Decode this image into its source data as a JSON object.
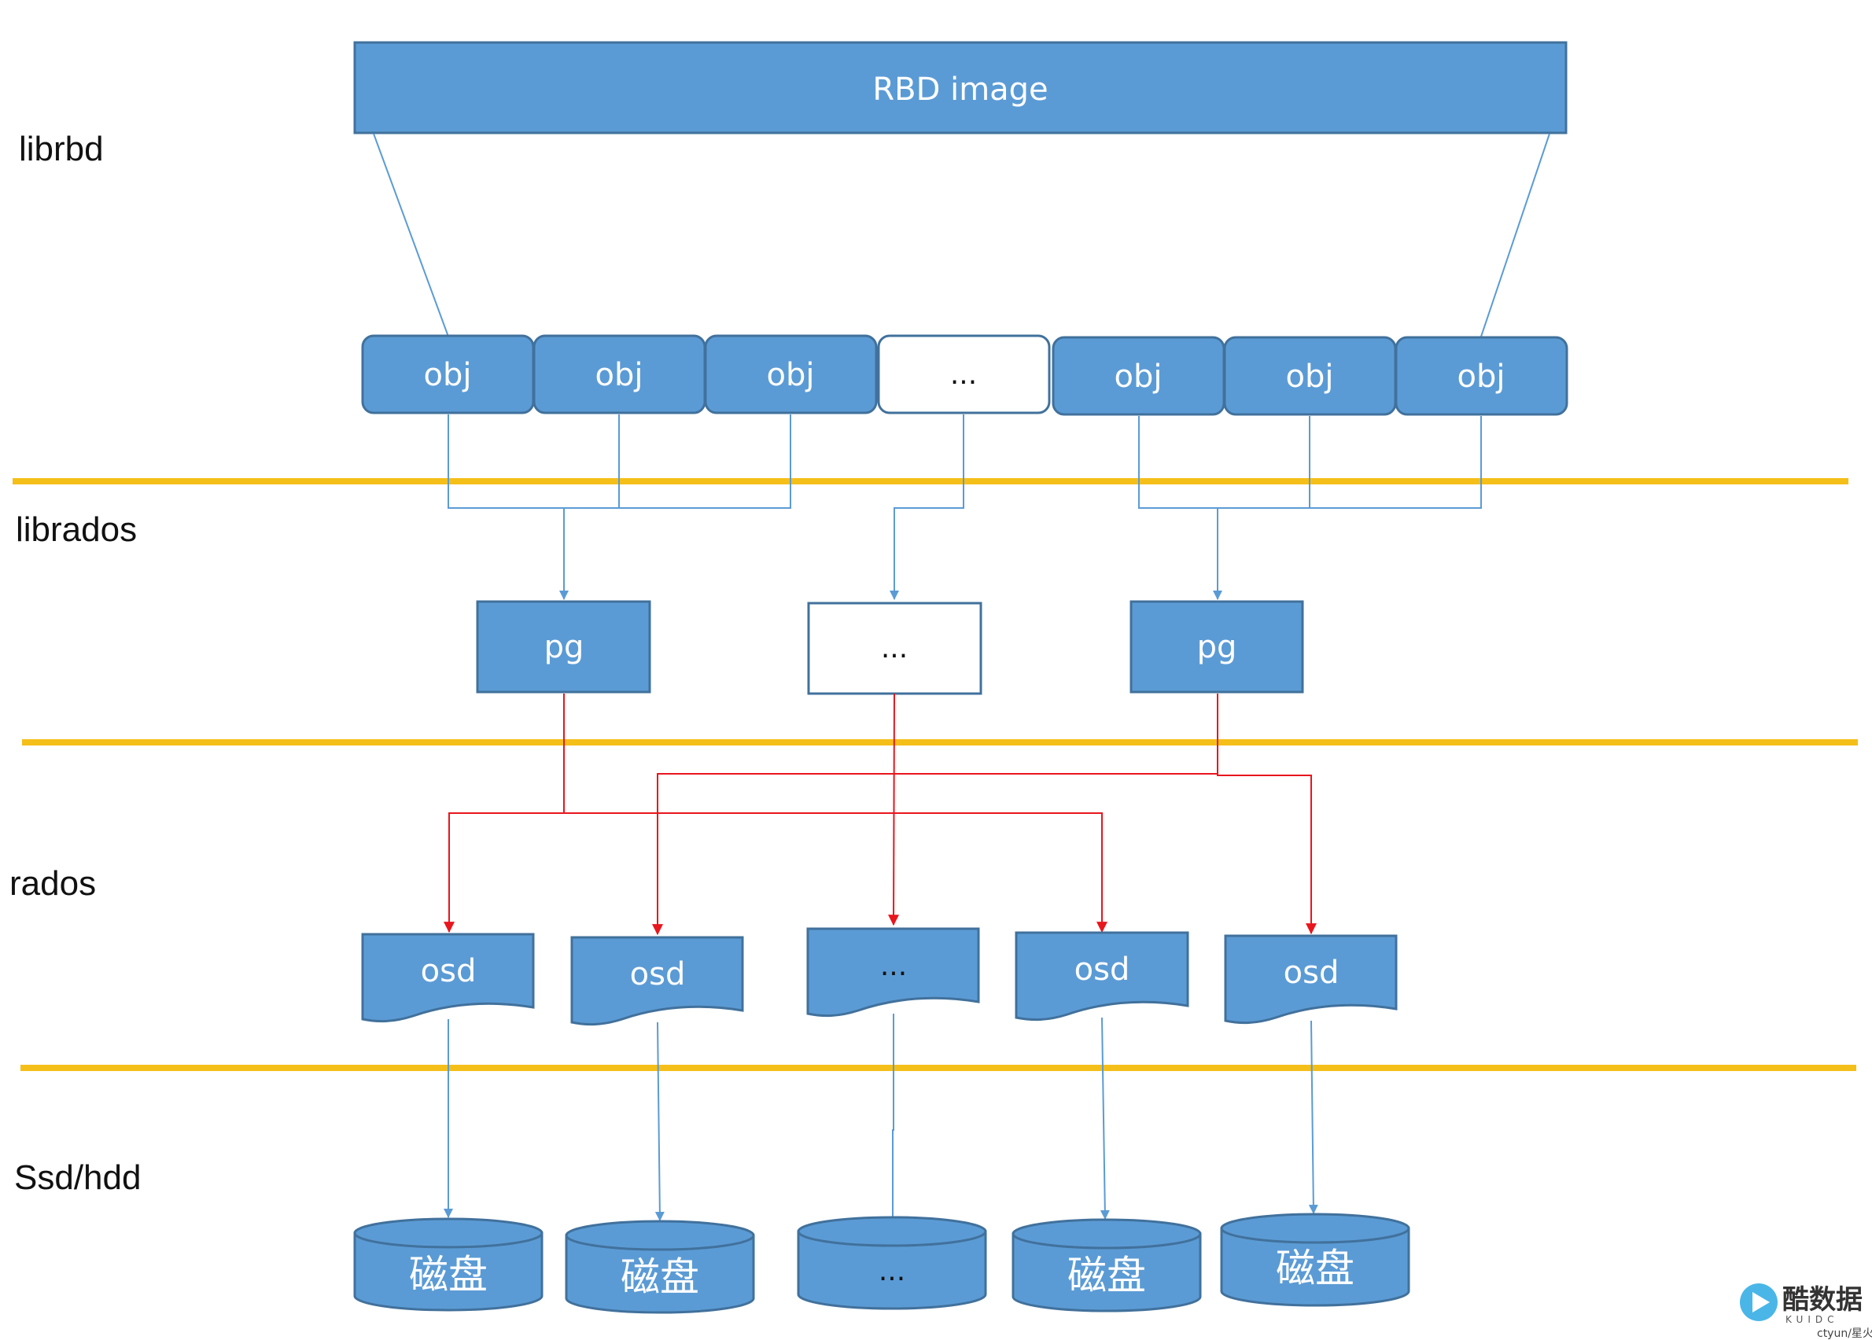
{
  "colors": {
    "box_fill": "#5b9bd5",
    "box_stroke": "#41719c",
    "divider": "#f5bf1a",
    "blue_arrow": "#5b9bd5",
    "red_arrow": "#e8161d",
    "label_text": "#111111"
  },
  "layers": {
    "librbd": "librbd",
    "librados": "librados",
    "rados": "rados",
    "storage": "Ssd/hdd"
  },
  "rbd_image": {
    "label": "RBD image"
  },
  "objects": [
    "obj",
    "obj",
    "obj",
    "...",
    "obj",
    "obj",
    "obj"
  ],
  "pgs": [
    "pg",
    "...",
    "pg"
  ],
  "osds": [
    "osd",
    "osd",
    "...",
    "osd",
    "osd"
  ],
  "disks": [
    "磁盘",
    "磁盘",
    "...",
    "磁盘",
    "磁盘"
  ],
  "watermark": {
    "logo_icon": "play-arrow-icon",
    "brand": "酷数据",
    "sub": "KUIDC",
    "footer": "ctyun/星火"
  }
}
